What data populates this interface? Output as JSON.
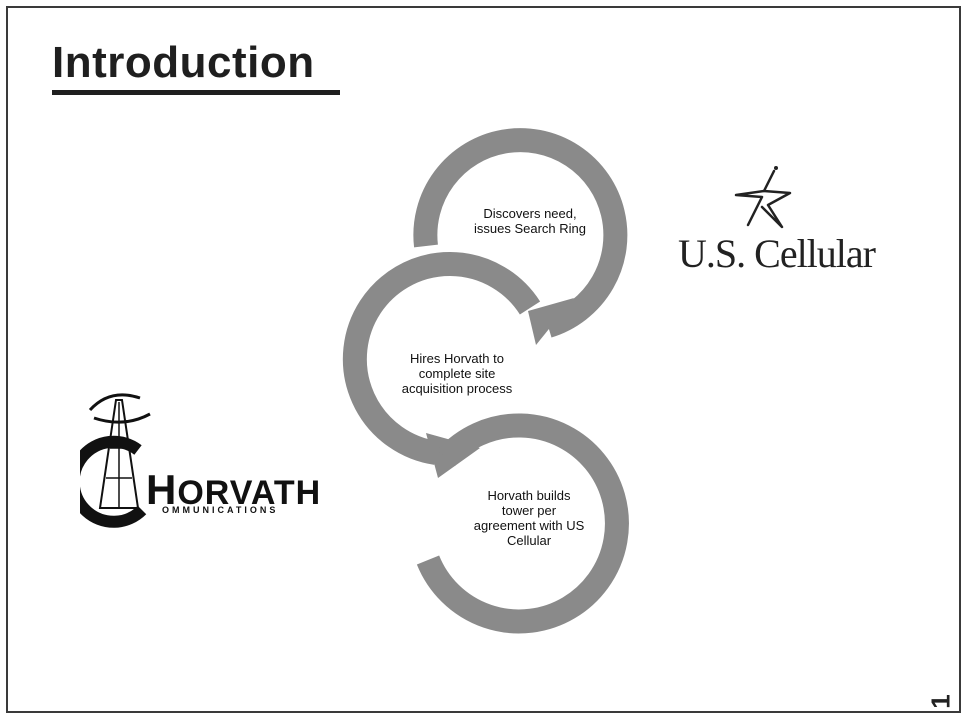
{
  "slide": {
    "title": "Introduction",
    "page_number": "1"
  },
  "cycle": {
    "steps": [
      {
        "text": "Discovers need, issues Search Ring"
      },
      {
        "text": "Hires Horvath to complete site acquisition process"
      },
      {
        "text": "Horvath builds tower per agreement with US Cellular"
      }
    ],
    "colors": {
      "ring": "#8a8a8a",
      "ring_shadow": "#6e6e6e"
    }
  },
  "logos": {
    "us_cellular": {
      "wordmark": "U.S. Cellular",
      "icon": "star-icon"
    },
    "horvath": {
      "name": "ORVATH",
      "initial": "H",
      "subtitle": "OMMUNICATIONS",
      "icon": "tower-icon"
    }
  }
}
